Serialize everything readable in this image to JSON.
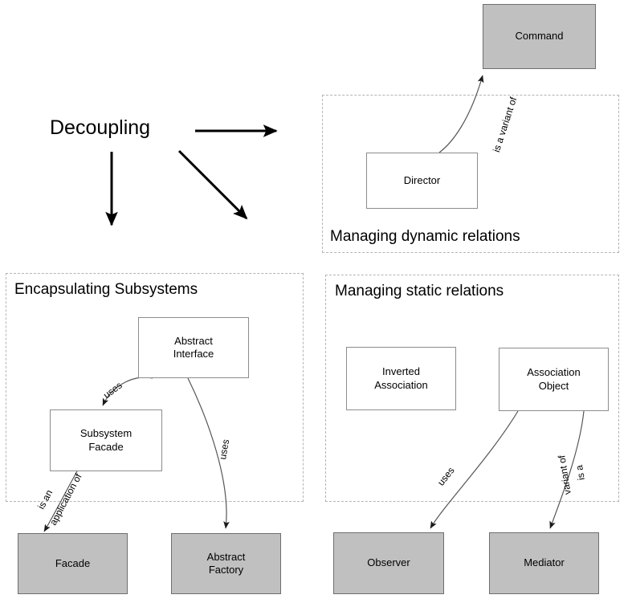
{
  "diagram": {
    "root_label": "Decoupling",
    "panels": [
      {
        "id": "dynamic",
        "title": "Managing dynamic relations"
      },
      {
        "id": "encapsulating",
        "title": "Encapsulating Subsystems"
      },
      {
        "id": "static",
        "title": "Managing static relations"
      }
    ],
    "nodes": [
      {
        "id": "command",
        "label": "Command",
        "style": "shaded"
      },
      {
        "id": "director",
        "label": "Director",
        "style": "plain"
      },
      {
        "id": "abstract-interface",
        "label": "Abstract\nInterface",
        "style": "plain"
      },
      {
        "id": "subsystem-facade",
        "label": "Subsystem\nFacade",
        "style": "plain"
      },
      {
        "id": "facade",
        "label": "Facade",
        "style": "shaded"
      },
      {
        "id": "abstract-factory",
        "label": "Abstract\nFactory",
        "style": "shaded"
      },
      {
        "id": "inverted-association",
        "label": "Inverted\nAssociation",
        "style": "plain"
      },
      {
        "id": "association-object",
        "label": "Association\nObject",
        "style": "plain"
      },
      {
        "id": "observer",
        "label": "Observer",
        "style": "shaded"
      },
      {
        "id": "mediator",
        "label": "Mediator",
        "style": "shaded"
      }
    ],
    "edges": [
      {
        "id": "director-command",
        "from": "director",
        "to": "command",
        "label": "is a variant of"
      },
      {
        "id": "interface-subsystem",
        "from": "abstract-interface",
        "to": "subsystem-facade",
        "label": "uses"
      },
      {
        "id": "interface-abstractfactory",
        "from": "abstract-interface",
        "to": "abstract-factory",
        "label": "uses"
      },
      {
        "id": "subsystem-facade-facade",
        "from": "subsystem-facade",
        "to": "facade",
        "label": "is an application of",
        "label_line1": "is an",
        "label_line2": "application of"
      },
      {
        "id": "assocobject-observer",
        "from": "association-object",
        "to": "observer",
        "label": "uses"
      },
      {
        "id": "assocobject-mediator",
        "from": "association-object",
        "to": "mediator",
        "label": "is a variant of",
        "label_line1": "is a",
        "label_line2": "variant of"
      }
    ],
    "root_arrows": [
      {
        "id": "root-arrow-right",
        "direction": "right"
      },
      {
        "id": "root-arrow-down",
        "direction": "down"
      },
      {
        "id": "root-arrow-diag",
        "direction": "down-right"
      }
    ],
    "colors": {
      "shaded_fill": "#c0c0c0",
      "plain_fill": "#ffffff",
      "box_stroke": "#8c8c8c",
      "panel_stroke": "#b4b4b4",
      "edge_stroke": "#555555",
      "arrow_stroke": "#000000",
      "text": "#000000",
      "background": "#ffffff"
    }
  }
}
